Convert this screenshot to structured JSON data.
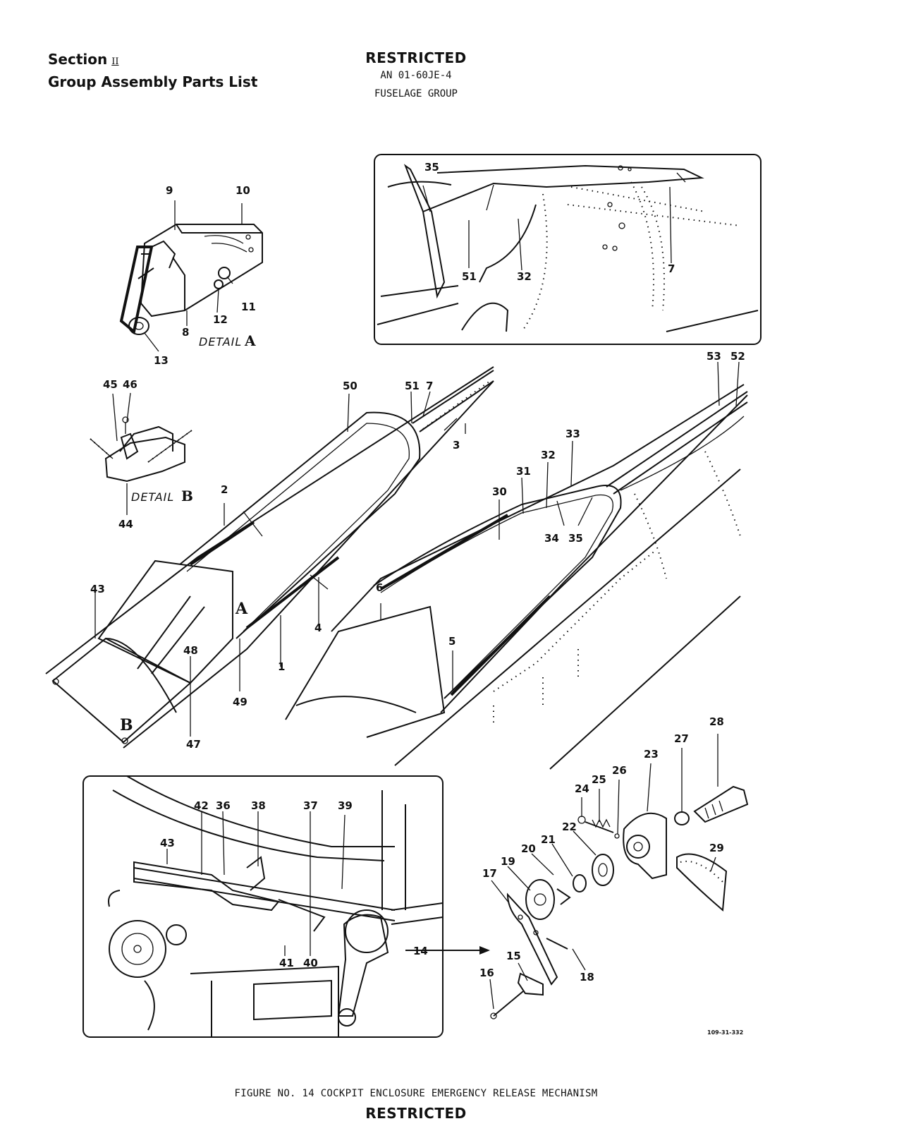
{
  "header": {
    "section_label": "Section",
    "section_number": "II",
    "subtitle": "Group Assembly Parts List",
    "classification": "RESTRICTED",
    "doc_number": "AN 01-60JE-4",
    "group": "FUSELAGE GROUP"
  },
  "details": {
    "detail_a": {
      "word": "DETAIL",
      "letter": "A"
    },
    "detail_b": {
      "word": "DETAIL",
      "letter": "B"
    }
  },
  "view_markers": {
    "a": "A",
    "b": "B"
  },
  "callouts": {
    "c1": "1",
    "c2": "2",
    "c3": "3",
    "c4": "4",
    "c5": "5",
    "c6": "6",
    "c7": "7",
    "c8": "8",
    "c9": "9",
    "c10": "10",
    "c11": "11",
    "c12": "12",
    "c13": "13",
    "c14": "14",
    "c15": "15",
    "c16": "16",
    "c17": "17",
    "c18": "18",
    "c19": "19",
    "c20": "20",
    "c21": "21",
    "c22": "22",
    "c23": "23",
    "c24": "24",
    "c25": "25",
    "c26": "26",
    "c27": "27",
    "c28": "28",
    "c29": "29",
    "c30": "30",
    "c31": "31",
    "c32": "32",
    "c33": "33",
    "c34": "34",
    "c35": "35",
    "c36": "36",
    "c37": "37",
    "c38": "38",
    "c39": "39",
    "c40": "40",
    "c41": "41",
    "c42": "42",
    "c43": "43",
    "c44": "44",
    "c45": "45",
    "c46": "46",
    "c47": "47",
    "c48": "48",
    "c49": "49",
    "c50": "50",
    "c51": "51",
    "c52": "52",
    "c53": "53",
    "inset_7": "7",
    "inset_32": "32",
    "inset_35": "35",
    "inset_51": "51",
    "inset_43": "43"
  },
  "drawing_ref": "109-31-332",
  "caption": "FIGURE NO. 14  COCKPIT ENCLOSURE EMERGENCY RELEASE MECHANISM",
  "footer": {
    "classification": "RESTRICTED"
  }
}
